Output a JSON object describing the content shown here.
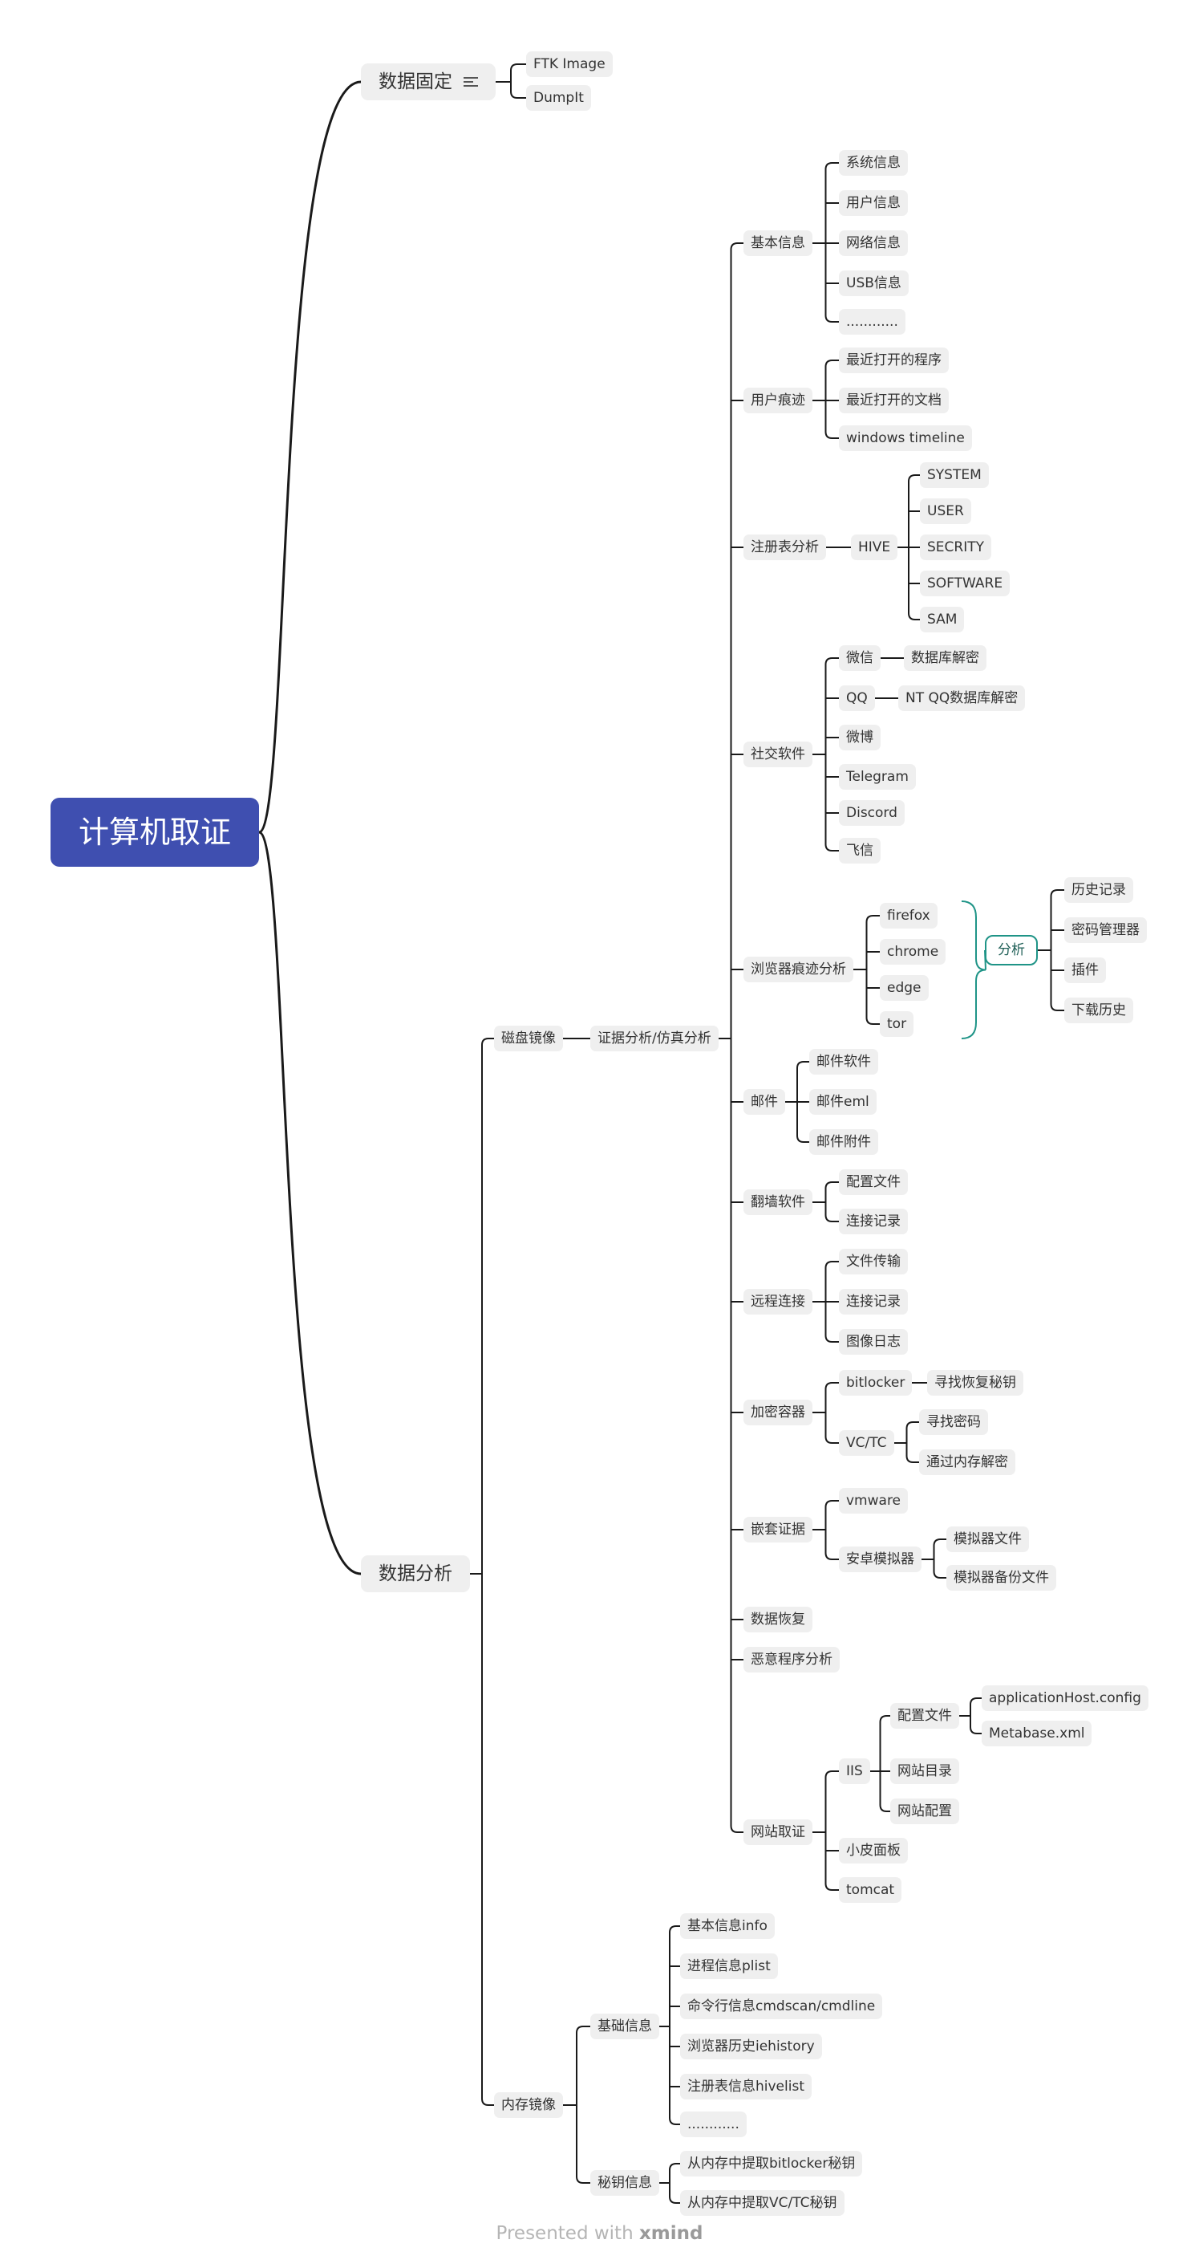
{
  "title": "计算机取证",
  "tree": {
    "label": "计算机取证",
    "children": [
      {
        "label": "数据固定",
        "has_notes": true,
        "children": [
          {
            "label": "FTK Image"
          },
          {
            "label": "DumpIt"
          }
        ]
      },
      {
        "label": "数据分析",
        "children": [
          {
            "label": "磁盘镜像",
            "children": [
              {
                "label": "证据分析/仿真分析",
                "children": [
                  {
                    "label": "基本信息",
                    "children": [
                      {
                        "label": "系统信息"
                      },
                      {
                        "label": "用户信息"
                      },
                      {
                        "label": "网络信息"
                      },
                      {
                        "label": "USB信息"
                      },
                      {
                        "label": "............"
                      }
                    ]
                  },
                  {
                    "label": "用户痕迹",
                    "children": [
                      {
                        "label": "最近打开的程序"
                      },
                      {
                        "label": "最近打开的文档"
                      },
                      {
                        "label": "windows timeline"
                      }
                    ]
                  },
                  {
                    "label": "注册表分析",
                    "children": [
                      {
                        "label": "HIVE",
                        "children": [
                          {
                            "label": "SYSTEM"
                          },
                          {
                            "label": "USER"
                          },
                          {
                            "label": "SECRITY"
                          },
                          {
                            "label": "SOFTWARE"
                          },
                          {
                            "label": "SAM"
                          }
                        ]
                      }
                    ]
                  },
                  {
                    "label": "社交软件",
                    "children": [
                      {
                        "label": "微信",
                        "children": [
                          {
                            "label": "数据库解密"
                          }
                        ]
                      },
                      {
                        "label": "QQ",
                        "children": [
                          {
                            "label": "NT QQ数据库解密"
                          }
                        ]
                      },
                      {
                        "label": "微博"
                      },
                      {
                        "label": "Telegram"
                      },
                      {
                        "label": "Discord"
                      },
                      {
                        "label": "飞信"
                      }
                    ]
                  },
                  {
                    "label": "浏览器痕迹分析",
                    "children": [
                      {
                        "label": "firefox"
                      },
                      {
                        "label": "chrome"
                      },
                      {
                        "label": "edge"
                      },
                      {
                        "label": "tor"
                      }
                    ]
                  },
                  {
                    "label": "邮件",
                    "children": [
                      {
                        "label": "邮件软件"
                      },
                      {
                        "label": "邮件eml"
                      },
                      {
                        "label": "邮件附件"
                      }
                    ]
                  },
                  {
                    "label": "翻墙软件",
                    "children": [
                      {
                        "label": "配置文件"
                      },
                      {
                        "label": "连接记录"
                      }
                    ]
                  },
                  {
                    "label": "远程连接",
                    "children": [
                      {
                        "label": "文件传输"
                      },
                      {
                        "label": "连接记录"
                      },
                      {
                        "label": "图像日志"
                      }
                    ]
                  },
                  {
                    "label": "加密容器",
                    "children": [
                      {
                        "label": "bitlocker",
                        "children": [
                          {
                            "label": "寻找恢复秘钥"
                          }
                        ]
                      },
                      {
                        "label": "VC/TC",
                        "children": [
                          {
                            "label": "寻找密码"
                          },
                          {
                            "label": "通过内存解密"
                          }
                        ]
                      }
                    ]
                  },
                  {
                    "label": "嵌套证据",
                    "children": [
                      {
                        "label": "vmware"
                      },
                      {
                        "label": "安卓模拟器",
                        "children": [
                          {
                            "label": "模拟器文件"
                          },
                          {
                            "label": "模拟器备份文件"
                          }
                        ]
                      }
                    ]
                  },
                  {
                    "label": "数据恢复"
                  },
                  {
                    "label": "恶意程序分析"
                  },
                  {
                    "label": "网站取证",
                    "children": [
                      {
                        "label": "IIS",
                        "children": [
                          {
                            "label": "配置文件",
                            "children": [
                              {
                                "label": "applicationHost.config"
                              },
                              {
                                "label": "Metabase.xml"
                              }
                            ]
                          },
                          {
                            "label": "网站目录"
                          },
                          {
                            "label": "网站配置"
                          }
                        ]
                      },
                      {
                        "label": "小皮面板"
                      },
                      {
                        "label": "tomcat"
                      }
                    ]
                  }
                ]
              }
            ]
          },
          {
            "label": "内存镜像",
            "children": [
              {
                "label": "基础信息",
                "children": [
                  {
                    "label": "基本信息info"
                  },
                  {
                    "label": "进程信息plist"
                  },
                  {
                    "label": "命令行信息cmdscan/cmdline"
                  },
                  {
                    "label": "浏览器历史iehistory"
                  },
                  {
                    "label": "注册表信息hivelist"
                  },
                  {
                    "label": "............"
                  }
                ]
              },
              {
                "label": "秘钥信息",
                "children": [
                  {
                    "label": "从内存中提取bitlocker秘钥"
                  },
                  {
                    "label": "从内存中提取VC/TC秘钥"
                  }
                ]
              }
            ]
          }
        ]
      }
    ]
  },
  "summary": {
    "label": "分析",
    "children": [
      {
        "label": "历史记录"
      },
      {
        "label": "密码管理器"
      },
      {
        "label": "插件"
      },
      {
        "label": "下载历史"
      }
    ]
  },
  "footer": {
    "prefix": "Presented with",
    "brand": "xmind"
  },
  "colors": {
    "root_bg": "#3f4fb0",
    "node_bg": "#efefef",
    "line": "#1a1a1a",
    "summary": "#1f9487"
  }
}
